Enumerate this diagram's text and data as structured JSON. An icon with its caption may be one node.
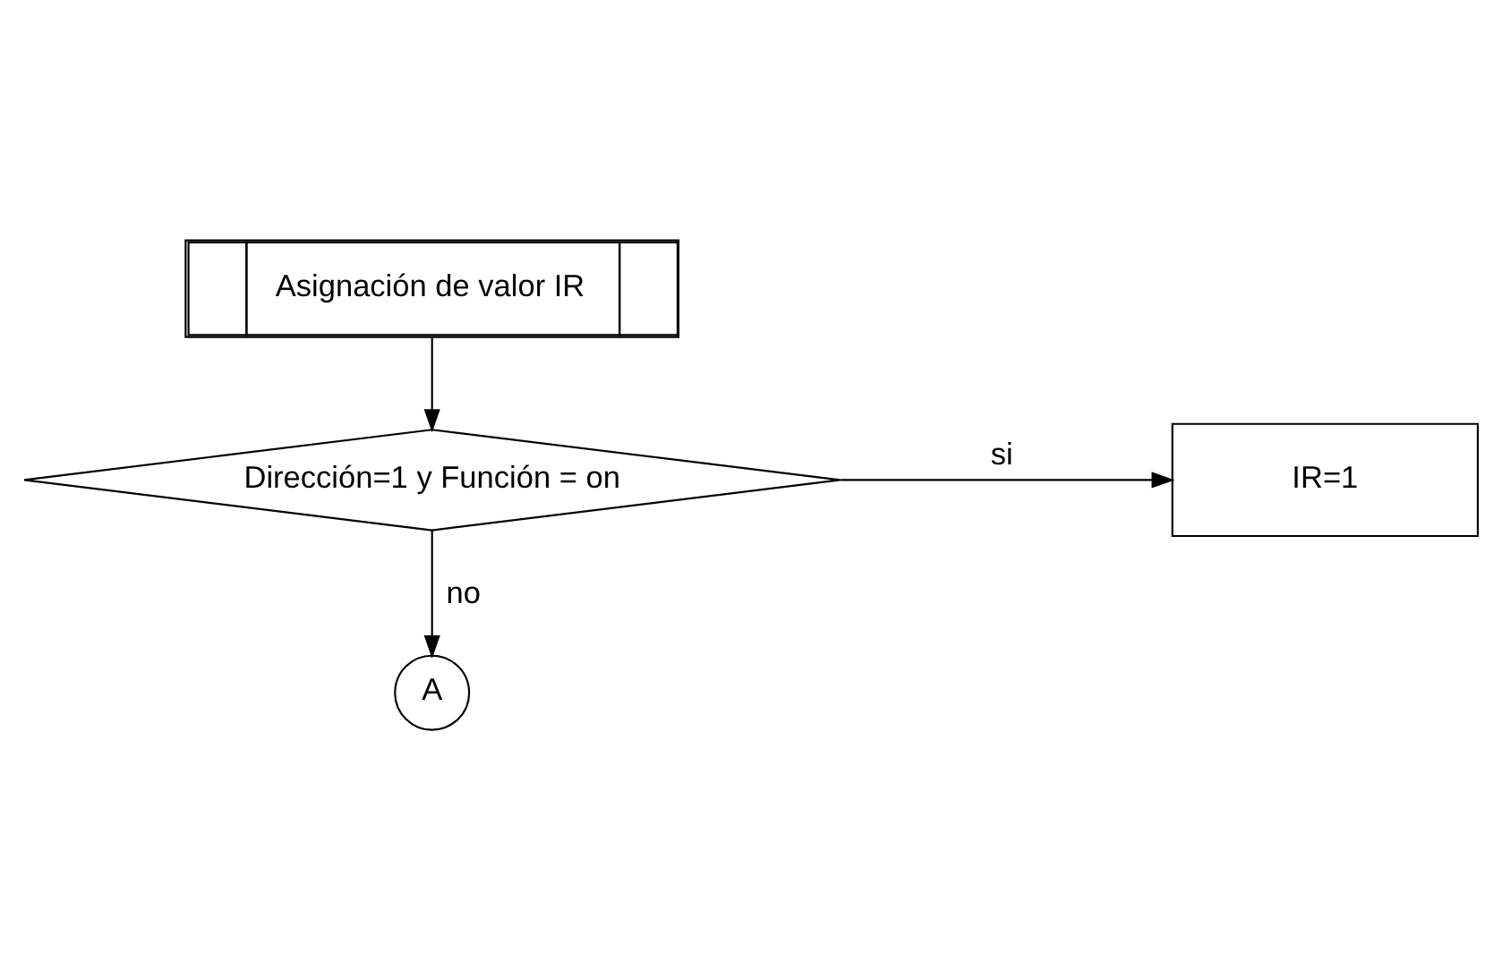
{
  "diagram": {
    "nodes": [
      {
        "text": [
          "Asignación de valor IR"
        ]
      },
      {
        "text": [
          "Dirección=1 y Función = on"
        ]
      },
      {
        "text": [
          "IR=1"
        ]
      },
      {
        "text": [
          "A"
        ]
      }
    ],
    "edges": [
      {
        "from": 0,
        "to": 1,
        "arrow": "to"
      },
      {
        "from": 1,
        "to": 2,
        "arrow": "to",
        "label": "si"
      },
      {
        "from": 1,
        "to": 3,
        "arrow": "to",
        "label": "no"
      }
    ]
  }
}
